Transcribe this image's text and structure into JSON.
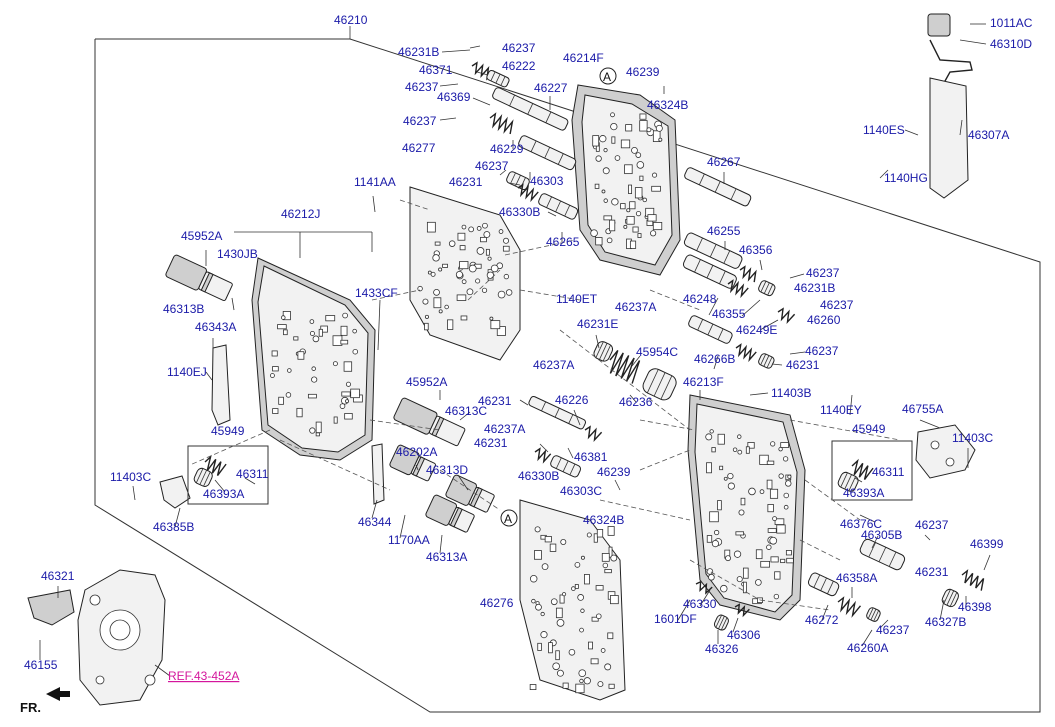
{
  "diagram": {
    "main_label": "46210",
    "labels": {
      "l46231B_a": "46231B",
      "l46237_a": "46237",
      "l46214F": "46214F",
      "l46239_a": "46239",
      "l46371": "46371",
      "l46222": "46222",
      "l46237_b": "46237",
      "l46369": "46369",
      "l46227": "46227",
      "l46324B_a": "46324B",
      "l46237_c": "46237",
      "l46277": "46277",
      "l46229": "46229",
      "l46237_d": "46237",
      "l46231_a": "46231",
      "l46303": "46303",
      "l46267": "46267",
      "l1141AA": "1141AA",
      "l46330B_a": "46330B",
      "l46212J": "46212J",
      "l46265": "46265",
      "l46255": "46255",
      "l45952A_a": "45952A",
      "l1430JB": "1430JB",
      "l46356": "46356",
      "l46237_e": "46237",
      "l46231B_b": "46231B",
      "l1140ET": "1140ET",
      "l46248": "46248",
      "l46237_f": "46237",
      "l46313B": "46313B",
      "l1433CF": "1433CF",
      "l46237A_a": "46237A",
      "l46355": "46355",
      "l46249E": "46249E",
      "l46260": "46260",
      "l46343A": "46343A",
      "l46231E": "46231E",
      "l46266B": "46266B",
      "l46237_g": "46237",
      "l46231_b": "46231",
      "l45954C": "45954C",
      "l46237A_b": "46237A",
      "l1140EJ": "1140EJ",
      "l45952A_b": "45952A",
      "l46213F": "46213F",
      "l46236": "46236",
      "l11403B": "11403B",
      "l46231_c": "46231",
      "l46226": "46226",
      "l1140EY": "1140EY",
      "l46755A": "46755A",
      "l46313C": "46313C",
      "l45949_a": "45949",
      "l46237A_c": "46237A",
      "l46231_d": "46231",
      "l45949_b": "45949",
      "l11403C_a": "11403C",
      "l46202A": "46202A",
      "l46381": "46381",
      "l46311_a": "46311",
      "l46311_b": "46311",
      "l46313D": "46313D",
      "l46239_b": "46239",
      "l11403C_b": "11403C",
      "l46330B_b": "46330B",
      "l46303C": "46303C",
      "l46393A_a": "46393A",
      "l46393A_b": "46393A",
      "l46385B": "46385B",
      "l46344": "46344",
      "l46324B_b": "46324B",
      "l46376C": "46376C",
      "l46237_h": "46237",
      "l1170AA": "1170AA",
      "l46305B": "46305B",
      "l46313A": "46313A",
      "l46399": "46399",
      "l46231_e": "46231",
      "l46321": "46321",
      "l46358A": "46358A",
      "l46276": "46276",
      "l46330": "46330",
      "l46398": "46398",
      "l1601DF": "1601DF",
      "l46306": "46306",
      "l46272": "46272",
      "l46237_i": "46237",
      "l46327B": "46327B",
      "l46326": "46326",
      "l46260A": "46260A",
      "l46155": "46155",
      "l1011AC": "1011AC",
      "l46310D": "46310D",
      "l1140ES": "1140ES",
      "l46307A": "46307A",
      "l1140HG": "1140HG"
    },
    "ref_label": "REF.43-452A",
    "fr_label": "FR.",
    "callout_a": "A"
  }
}
